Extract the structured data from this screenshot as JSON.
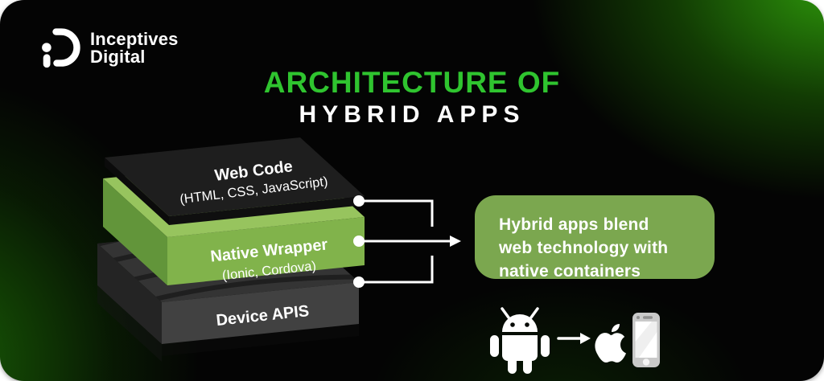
{
  "brand": {
    "logo_icon": "inceptives-digital-monogram",
    "name_line1": "Inceptives",
    "name_line2": "Digital"
  },
  "title": {
    "line1": "ARCHITECTURE OF",
    "line2": "HYBRID APPS",
    "accent_color": "#2fc42f",
    "secondary_color": "#ffffff"
  },
  "diagram": {
    "type": "layered-stack",
    "layers": [
      {
        "label": "Web Code",
        "sublabel": "(HTML, CSS, JavaScript)",
        "color": "#1f1f1f"
      },
      {
        "label": "Native Wrapper",
        "sublabel": "(Ionic, Cordova)",
        "color": "#81b34b"
      },
      {
        "label": "Device APIS",
        "sublabel": "",
        "color": "#3c3c3c"
      }
    ],
    "connector_color": "#ffffff"
  },
  "callout": {
    "text": "Hybrid apps blend web technology with native containers",
    "lines": [
      "Hybrid apps blend",
      "web technology with",
      "native containers"
    ],
    "bg_color": "#7ba74f",
    "text_color": "#ffffff"
  },
  "platforms": {
    "icons": [
      "android-icon",
      "arrow-right-icon",
      "apple-icon",
      "iphone-icon"
    ]
  }
}
